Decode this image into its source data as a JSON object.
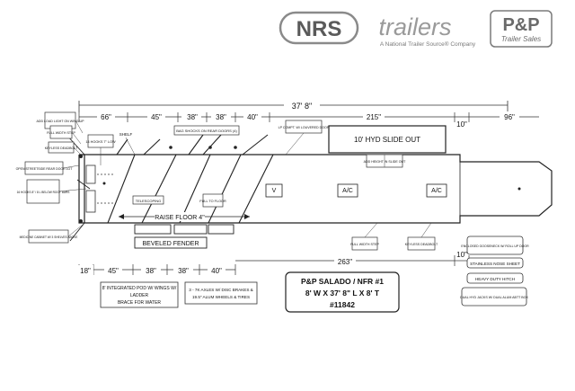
{
  "header": {
    "logo_nrs": "NRS",
    "logo_trailers": "trailers",
    "tagline": "A National Trailer Source® Company",
    "logo_pp": "P&P",
    "logo_trailer_sales": "Trailer Sales"
  },
  "dimensions": {
    "overall_length": "37' 8\"",
    "top_segments": [
      "66\"",
      "45\"",
      "38\"",
      "38\"",
      "40\"",
      "215\"",
      "10\"",
      "96\""
    ],
    "bottom_segments": [
      "18\"",
      "45\"",
      "38\"",
      "38\"",
      "40\""
    ],
    "lower_right": [
      "263\"",
      "10\""
    ]
  },
  "callouts": {
    "rear_load_light": "ADD LOAD LIGHT ON WING UP",
    "full_width_step_top": "FULL WIDTH STEP",
    "hooks_left": "14 HOOKS 7\" LOW",
    "shelf": "SHELF",
    "bag_shocks": "BAG SHOCKS ON REAR DOORS (4)",
    "keyless_deadbolt_top": "KEYLESS DEADBOLT",
    "open_streetside": "OPEN STREETSIDE REAR DOOR LOT",
    "hooks_belly": "16 HOOKS 8\" / 8 L BELOW ROOF BARS",
    "slide_out": "10' HYD SLIDE OUT",
    "lp_compt": "LP COMPT. W/ LOUVERED DOOR",
    "raise_height": "ADD HEIGHT IN SLIDE OUT",
    "telescoping": "TELESCOPING",
    "full_to_floor": "FULL TO FLOOR",
    "v_label": "V",
    "ac_1": "A/C",
    "ac_2": "A/C",
    "raise_floor": "RAISE FLOOR 4\"",
    "beveled_fender": "BEVELED FENDER",
    "medicine_cabinet": "MEDICINE CABINET W/ 3 SHELVES ABOVE",
    "full_width_step_bottom": "FULL WIDTH STEP",
    "keyless_deadbolt_bottom": "KEYLESS DEADBOLT"
  },
  "info_boxes": {
    "integrated_pod": [
      "8' INTEGRATED POD W/ WINGS W/",
      "LADDER",
      "BRACE FOR WATER"
    ],
    "axles": [
      "3 - 7K AXLES W/ DISC BRAKES &",
      "19.5\" ALUM WHEELS & TIRES"
    ],
    "title": [
      "P&P SALADO / NFR #1",
      "8' W X 37' 8\" L X 8' T",
      "#11842"
    ],
    "options": [
      "ENCLOSED GOOSENECK W/ ROLL UP DOOR",
      "STAINLESS NOSE SHEET",
      "HEAVY DUTY HITCH",
      "DUAL HYD JACKS W/ DUAL ALUM ABTT BOX"
    ]
  },
  "colors": {
    "line": "#222222",
    "logo_gray": "#8a8a8a",
    "logo_dark": "#4a4a4a"
  }
}
